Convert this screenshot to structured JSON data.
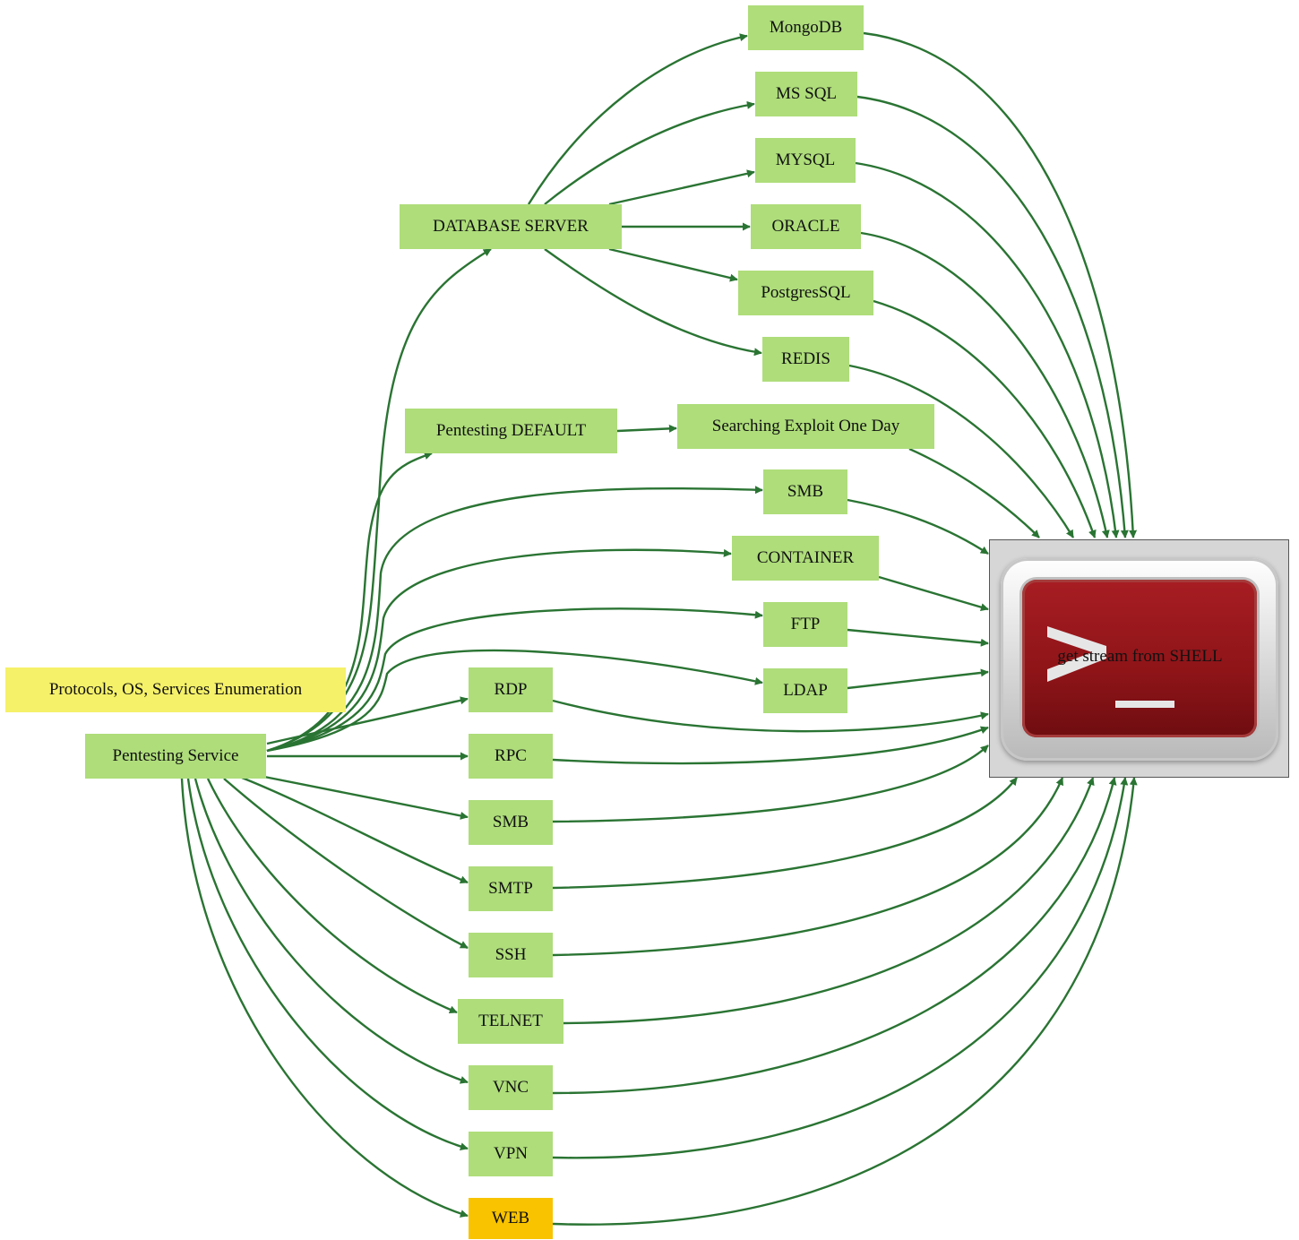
{
  "colors": {
    "node_fill": "#aedd7a",
    "note_fill": "#f5f169",
    "web_fill": "#f9c300",
    "edge": "#2a7433",
    "shell_red": "#8d1418"
  },
  "diagram": {
    "note": "Protocols, OS, Services Enumeration",
    "root": "Pentesting Service",
    "database_server": "DATABASE SERVER",
    "databases": [
      "MongoDB",
      "MS SQL",
      "MYSQL",
      "ORACLE",
      "PostgresSQL",
      "REDIS"
    ],
    "pentesting_default": "Pentesting DEFAULT",
    "exploit": "Searching Exploit One Day",
    "services_upper": [
      "SMB",
      "CONTAINER",
      "FTP",
      "LDAP"
    ],
    "services_lower": [
      "RDP",
      "RPC",
      "SMB",
      "SMTP",
      "SSH",
      "TELNET",
      "VNC",
      "VPN",
      "WEB"
    ],
    "target": "get stream from SHELL",
    "target_icon": "terminal-icon"
  }
}
